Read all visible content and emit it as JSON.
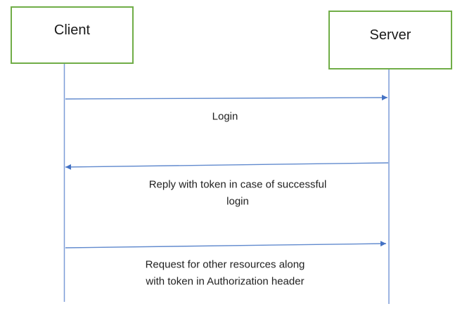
{
  "diagram": {
    "type": "sequence-diagram",
    "colors": {
      "background": "#ffffff",
      "actor_border": "#70AD47",
      "actor_fill": "#ffffff",
      "lifeline": "#7b9bd7",
      "arrow_line": "#618ace",
      "arrow_head": "#4472C4",
      "text": "#212121"
    },
    "actors": [
      {
        "id": "client",
        "label": "Client"
      },
      {
        "id": "server",
        "label": "Server"
      }
    ],
    "messages": [
      {
        "from": "client",
        "to": "server",
        "direction": "right",
        "label_lines": [
          "Login"
        ]
      },
      {
        "from": "server",
        "to": "client",
        "direction": "left",
        "label_lines": [
          "Reply with token in case of successful",
          "login"
        ]
      },
      {
        "from": "client",
        "to": "server",
        "direction": "right",
        "label_lines": [
          "Request for other resources along",
          "with token in Authorization header"
        ]
      }
    ]
  }
}
